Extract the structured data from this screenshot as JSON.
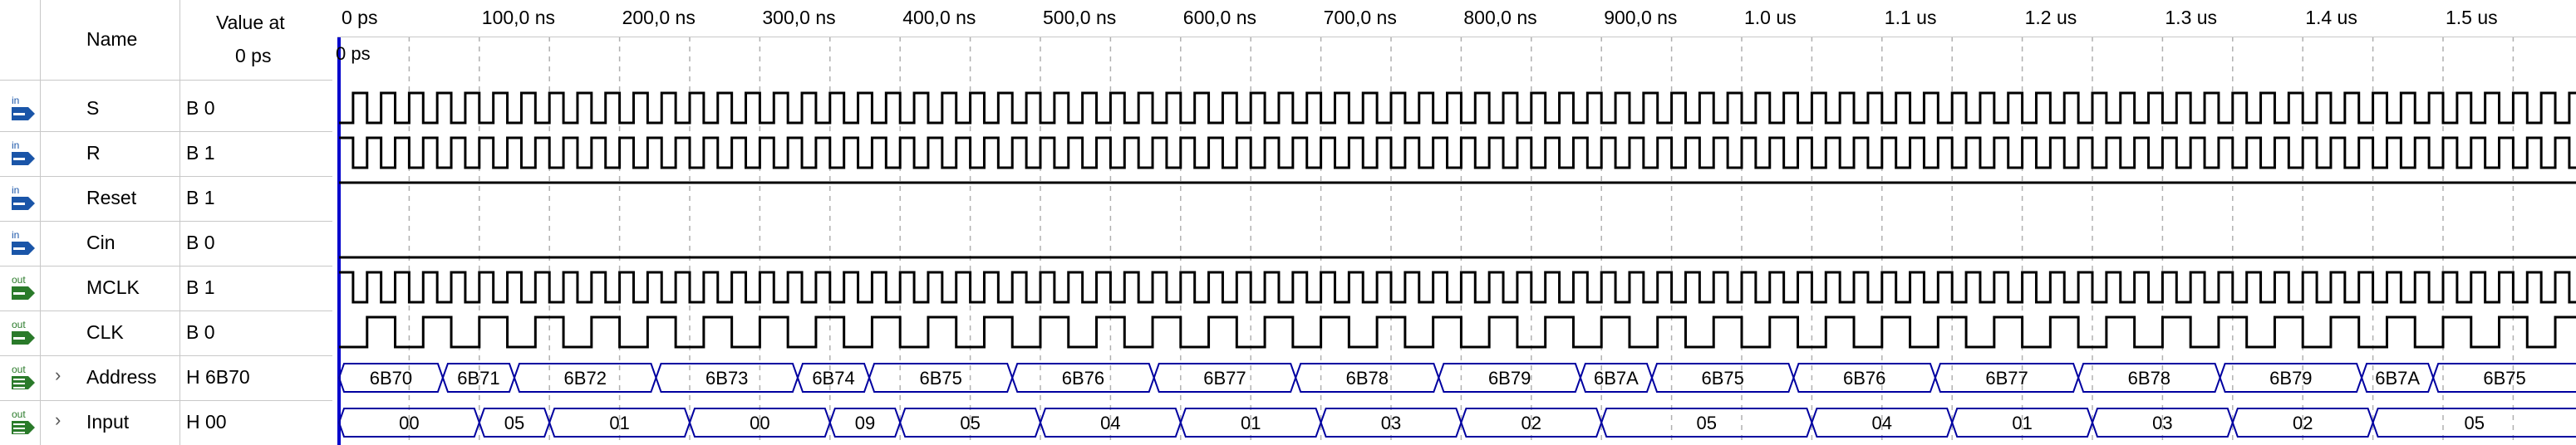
{
  "header": {
    "name": "Name",
    "value_line1": "Value at",
    "value_line2": "0 ps"
  },
  "cursor_label": "0 ps",
  "time_ticks": [
    "0 ps",
    "100,0 ns",
    "200,0 ns",
    "300,0 ns",
    "400,0 ns",
    "500,0 ns",
    "600,0 ns",
    "700,0 ns",
    "800,0 ns",
    "900,0 ns",
    "1.0 us",
    "1.1 us",
    "1.2 us",
    "1.3 us",
    "1.4 us",
    "1.5 us"
  ],
  "signals": [
    {
      "dir": "in",
      "name": "S",
      "value": "B 0",
      "expand": ""
    },
    {
      "dir": "in",
      "name": "R",
      "value": "B 1",
      "expand": ""
    },
    {
      "dir": "in",
      "name": "Reset",
      "value": "B 1",
      "expand": ""
    },
    {
      "dir": "in",
      "name": "Cin",
      "value": "B 0",
      "expand": ""
    },
    {
      "dir": "out",
      "name": "MCLK",
      "value": "B 1",
      "expand": ""
    },
    {
      "dir": "out",
      "name": "CLK",
      "value": "B 0",
      "expand": ""
    },
    {
      "dir": "out",
      "name": "Address",
      "value": "H 6B70",
      "expand": "›"
    },
    {
      "dir": "out",
      "name": "Input",
      "value": "H 00",
      "expand": "›"
    }
  ],
  "address_bus": {
    "labels": [
      "6B70",
      "6B71",
      "6B72",
      "6B73",
      "6B74",
      "6B75",
      "6B76",
      "6B77",
      "6B78",
      "6B79",
      "6B7A",
      "6B75",
      "6B76",
      "6B77",
      "6B78",
      "6B79",
      "6B7A",
      "6B75"
    ],
    "change_times_ns": [
      0,
      74,
      125,
      226,
      327,
      378,
      480,
      581,
      682,
      784,
      885,
      936,
      1037,
      1138,
      1240,
      1341,
      1442,
      1493
    ]
  },
  "input_bus": {
    "labels": [
      "00",
      "05",
      "01",
      "00",
      "09",
      "05",
      "04",
      "01",
      "03",
      "02",
      "05",
      "04",
      "01",
      "03",
      "02",
      "05"
    ],
    "change_times_ns": [
      0,
      100,
      150,
      250,
      350,
      400,
      500,
      600,
      700,
      800,
      900,
      1050,
      1150,
      1250,
      1350,
      1450
    ]
  },
  "colors": {
    "wave": "#000000",
    "bus": "#0000a0",
    "cursor": "#0000cc",
    "grid": "#b0b0b0",
    "in_icon": "#1a55a8",
    "out_icon": "#2a7a2a"
  }
}
